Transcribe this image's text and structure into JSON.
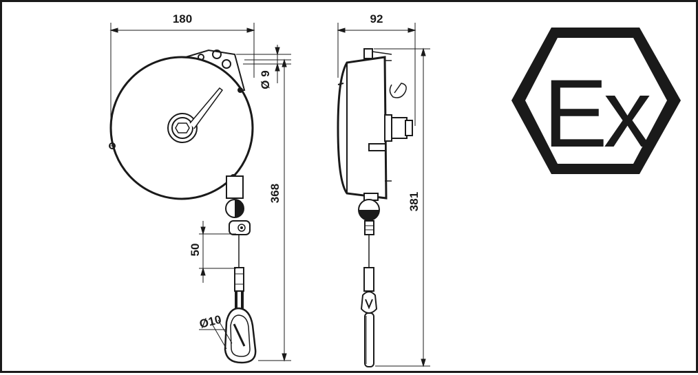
{
  "drawing": {
    "front_view": {
      "width_label": "180",
      "height_label": "368",
      "mount_hole_label": "Ø 9",
      "stroke_label": "50",
      "hook_label": "Ø10"
    },
    "side_view": {
      "depth_label": "92",
      "height_label": "381"
    },
    "ex_mark": {
      "text": "Ex",
      "icon": "atex-ex-hexagon-icon"
    },
    "colors": {
      "line": "#1a1a1a",
      "background": "#ffffff"
    }
  }
}
